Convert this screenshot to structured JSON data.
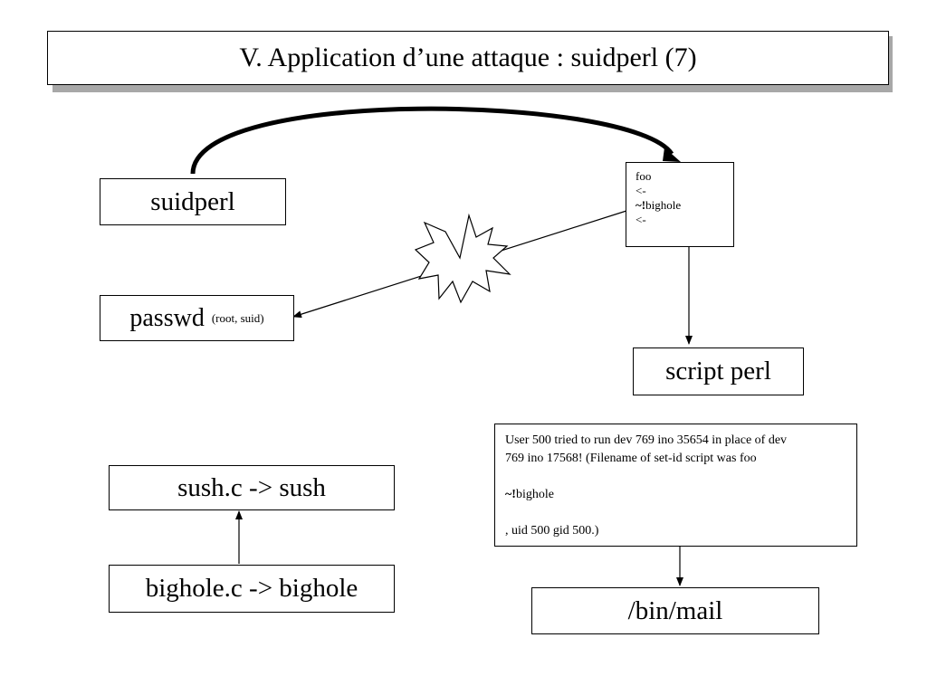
{
  "title": "V. Application d’une attaque : suidperl (7)",
  "nodes": {
    "suidperl": "suidperl",
    "passwd": "passwd",
    "passwd_note": "(root, suid)",
    "script_perl": "script perl",
    "sush": "sush.c -> sush",
    "bighole": "bighole.c -> bighole",
    "bin_mail": "/bin/mail"
  },
  "file_box": {
    "line1": "foo",
    "line2": "<-",
    "line3_prefix": "~!",
    "line3_rest": "bighole",
    "line4": "<-"
  },
  "log_box": {
    "line1": "User 500 tried to run dev 769 ino 35654 in place of dev",
    "line2": "769 ino 17568! (Filename of set-id script was foo",
    "line3_prefix": "~!",
    "line3_rest": "bighole",
    "line4": ", uid 500 gid 500.)"
  }
}
